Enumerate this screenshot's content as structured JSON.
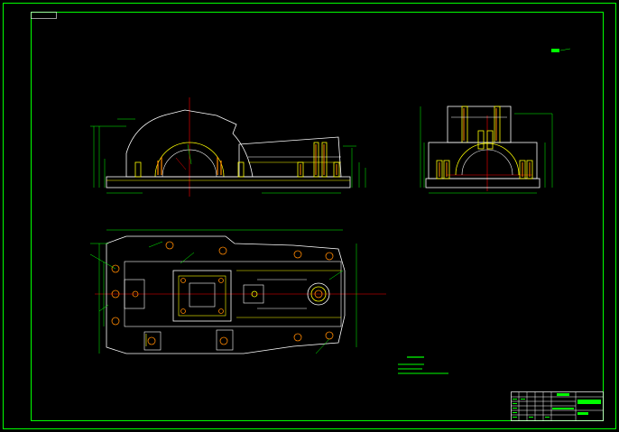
{
  "colors": {
    "background": "#000000",
    "frame": "#00ff00",
    "outline": "#ffffff",
    "hidden": "#ffff00",
    "center": "#ff0000",
    "dimension": "#00ff00",
    "section": "#ff8800",
    "title_fill": "#00ff00"
  },
  "icons": [
    "front-view-drawing",
    "side-view-drawing",
    "top-view-drawing",
    "title-block",
    "technical-notes"
  ]
}
